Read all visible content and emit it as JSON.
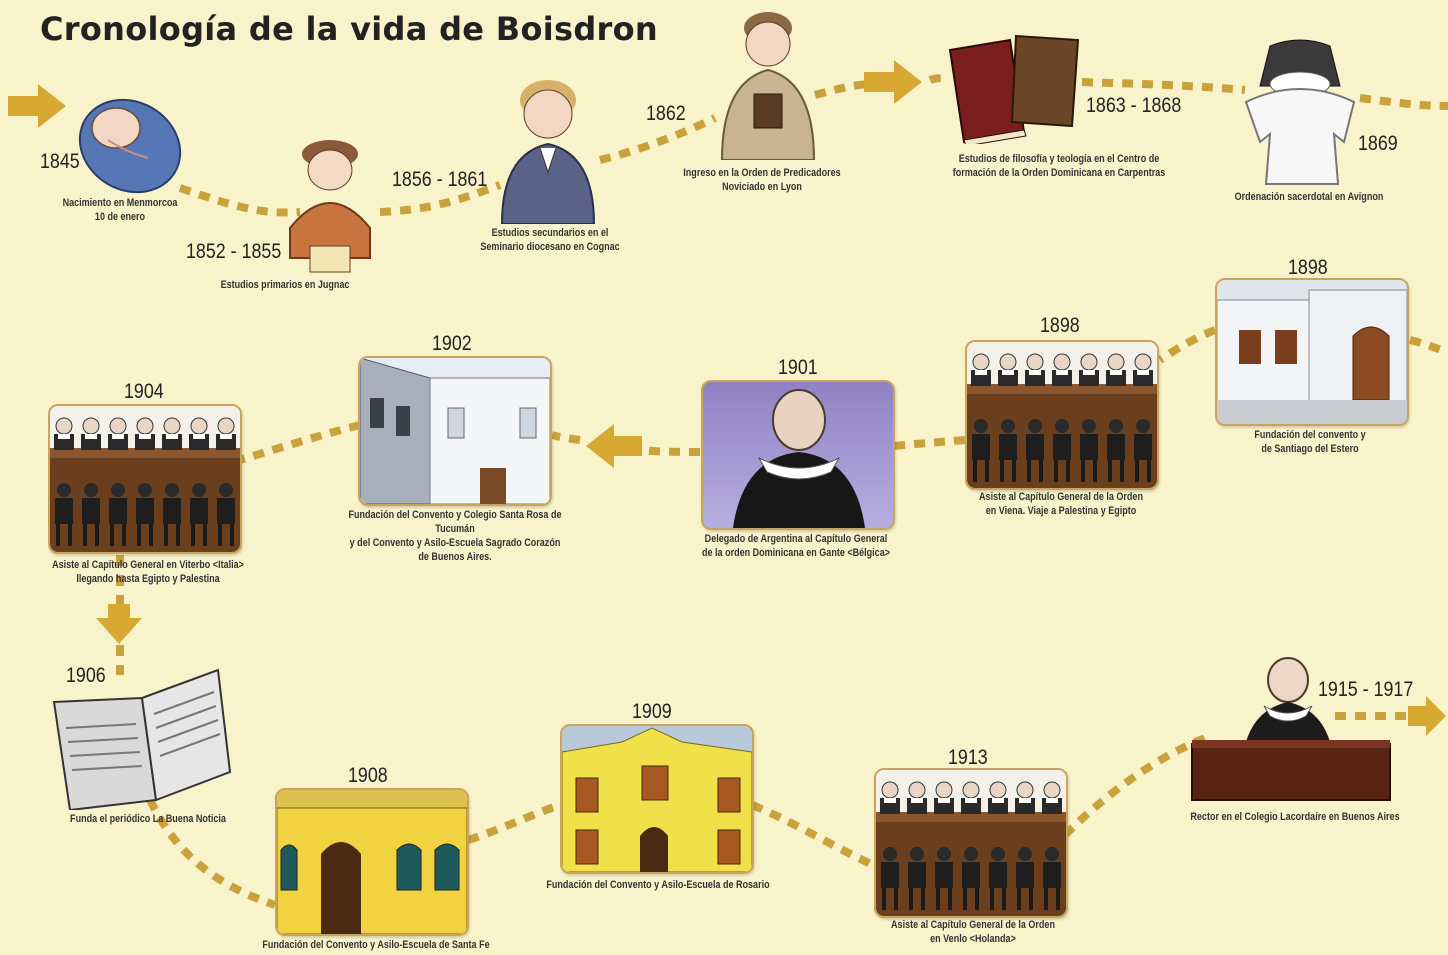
{
  "title": "Cronología de la vida de Boisdron",
  "colors": {
    "background": "#f9f3cb",
    "path": "#c9a23c",
    "arrow": "#d7a932",
    "frame": "#c9a45a"
  },
  "events": [
    {
      "id": "birth",
      "year": "1845",
      "caption": "Nacimiento en Menmorcoa\n10 de enero",
      "icon": "swaddled-baby-icon"
    },
    {
      "id": "primary",
      "year": "1852 - 1855",
      "caption": "Estudios primarios en Jugnac",
      "icon": "child-with-backpack-icon"
    },
    {
      "id": "secondary",
      "year": "1856 - 1861",
      "caption": "Estudios secundarios en el\nSeminario diocesano en Cognac",
      "icon": "student-icon"
    },
    {
      "id": "order",
      "year": "1862",
      "caption": "Ingreso en la Orden de Predicadores\nNoviciado en Lyon",
      "icon": "novice-with-book-icon"
    },
    {
      "id": "studies",
      "year": "1863 - 1868",
      "caption": "Estudios de filosofía y teología en el Centro de\nformación de la Orden Dominicana en Carpentras",
      "icon": "books-icon"
    },
    {
      "id": "ordination",
      "year": "1869",
      "caption": "Ordenación sacerdotal en Avignon",
      "icon": "dominican-habit-icon"
    },
    {
      "id": "santiago",
      "year": "1898",
      "caption": "Fundación del convento y\nde Santiago del Estero",
      "icon": "convent-building-icon"
    },
    {
      "id": "vienna",
      "year": "1898",
      "caption": "Asiste al Capítulo General de la Orden\nen Viena. Viaje a Palestina y Egipto",
      "icon": "general-chapter-icon"
    },
    {
      "id": "gante",
      "year": "1901",
      "caption": "Delegado de Argentina al Capítulo General\nde la orden Dominicana en Gante <Bélgica>",
      "icon": "friar-portrait-icon"
    },
    {
      "id": "tucuman",
      "year": "1902",
      "caption": "Fundación del Convento y Colegio Santa Rosa de Tucumán\ny del Convento y Asilo-Escuela Sagrado Corazón\nde Buenos Aires.",
      "icon": "school-building-icon"
    },
    {
      "id": "viterbo",
      "year": "1904",
      "caption": "Asiste al Capítulo General en Viterbo <Italia>\nllegando hasta Egipto y Palestina",
      "icon": "general-chapter-icon"
    },
    {
      "id": "newspaper",
      "year": "1906",
      "caption": "Funda el periódico La Buena Noticia",
      "icon": "newspaper-icon"
    },
    {
      "id": "santafe",
      "year": "1908",
      "caption": "Fundación del Convento y Asilo-Escuela de Santa Fe",
      "icon": "yellow-building-icon"
    },
    {
      "id": "rosario",
      "year": "1909",
      "caption": "Fundación del Convento y Asilo-Escuela de Rosario",
      "icon": "yellow-building-icon"
    },
    {
      "id": "venlo",
      "year": "1913",
      "caption": "Asiste al Capítulo General de la Orden\nen Venlo <Holanda>",
      "icon": "general-chapter-icon"
    },
    {
      "id": "lacordaire",
      "year": "1915 - 1917",
      "caption": "Rector en el Colegio Lacordaire en Buenos Aires",
      "icon": "rector-at-desk-icon"
    }
  ]
}
